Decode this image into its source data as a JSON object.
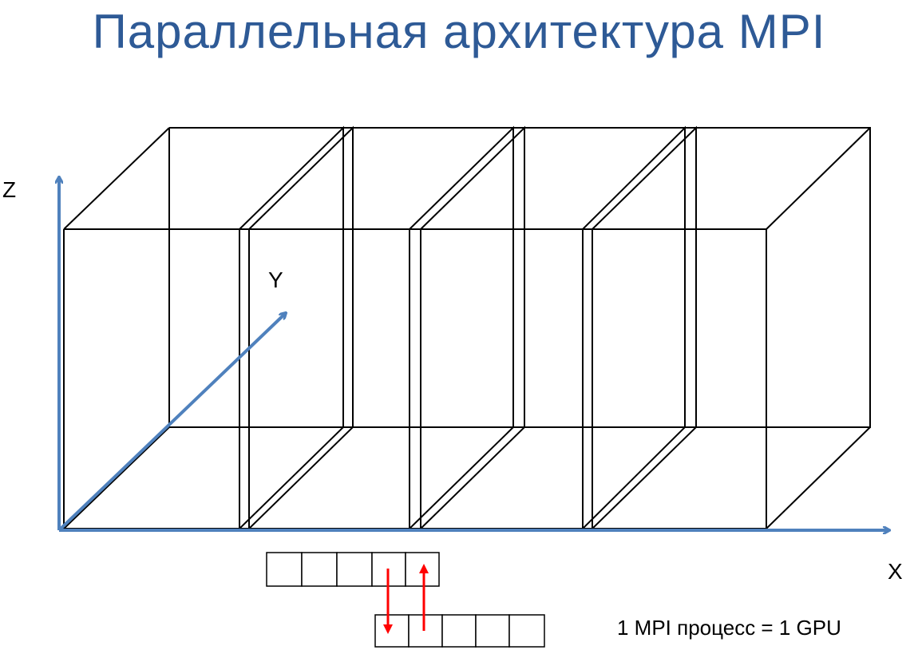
{
  "slide": {
    "title": "Параллельная архитектура MPI",
    "title_color": "#2E5A96"
  },
  "diagram": {
    "axes": {
      "color": "#4F81BD",
      "x_label": "X",
      "y_label": "Y",
      "z_label": "Z"
    },
    "subdomain_count": 4,
    "exchange_arrow_color": "#FF0000",
    "buffer_cell_count": 5,
    "caption": "1 MPI процесс = 1 GPU"
  }
}
